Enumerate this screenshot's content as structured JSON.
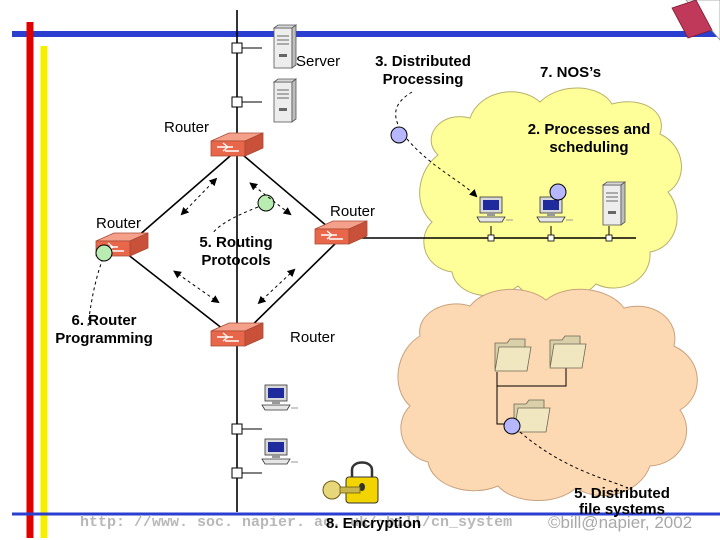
{
  "labels": {
    "server": "Server",
    "distributed_processing": "3. Distributed\nProcessing",
    "nos": "7. NOS’s",
    "router_top": "Router",
    "processes_scheduling": "2. Processes and\nscheduling",
    "router_right": "Router",
    "router_left": "Router",
    "routing_protocols": "5. Routing\nProtocols",
    "router_programming": "6. Router\nProgramming",
    "router_bottom": "Router",
    "distributed_file_systems": "5. Distributed\nfile systems",
    "encryption": "8. Encryption"
  },
  "footer": {
    "url": "http: //www. soc. napier. ac. uk/~bill/cn_system",
    "copyright": "©bill@napier, 2002"
  },
  "colors": {
    "rail_red": "#e00000",
    "rail_yellow": "#f5f000",
    "rail_blue": "#2a3fd0",
    "router_red": "#e86a4e",
    "cloud_yellow": "#ffff99",
    "cloud_peach": "#fcd9b2",
    "node_green": "#b8ecb0",
    "node_blue": "#b7b7ff",
    "folder": "#f0e6c0",
    "key_yellow": "#f2d400"
  },
  "icons": [
    "server-icon",
    "router-icon",
    "workstation-icon",
    "folder-icon",
    "padlock-icon",
    "key-icon",
    "corner-flag-icon"
  ]
}
